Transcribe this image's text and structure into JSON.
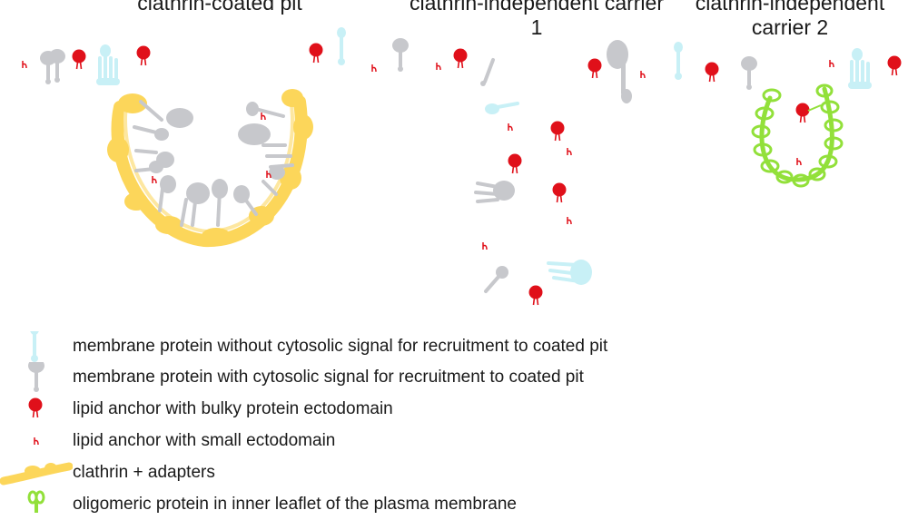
{
  "titles": {
    "coated_pit": "clathrin-coated pit",
    "carrier1": "clathrin-independent carrier 1",
    "carrier2": "clathrin-independent carrier 2"
  },
  "legend": [
    {
      "icon": "cyan-membrane-protein-icon",
      "label": "membrane protein without cytosolic signal for recruitment to coated pit"
    },
    {
      "icon": "gray-membrane-protein-icon",
      "label": "membrane protein with cytosolic signal for recruitment to coated pit"
    },
    {
      "icon": "bulky-lipid-anchor-icon",
      "label": "lipid anchor with bulky protein ectodomain"
    },
    {
      "icon": "small-lipid-anchor-icon",
      "label": "lipid anchor with small ectodomain"
    },
    {
      "icon": "clathrin-adapter-icon",
      "label": "clathrin + adapters"
    },
    {
      "icon": "oligomeric-protein-icon",
      "label": "oligomeric protein in inner leaflet of the plasma membrane"
    }
  ],
  "colors": {
    "cyan": "#c8f0f6",
    "gray": "#c7c8cc",
    "red": "#e0101a",
    "yellow": "#fcd65a",
    "green": "#92e03a"
  }
}
